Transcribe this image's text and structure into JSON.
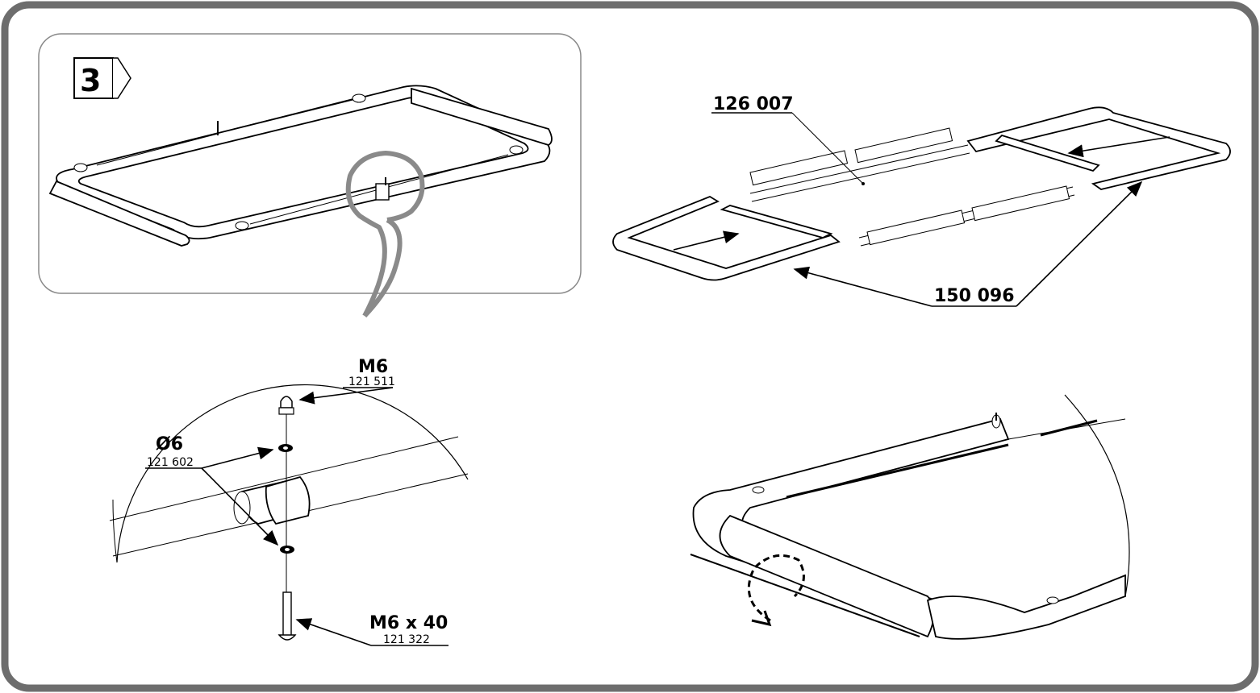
{
  "step": {
    "number": "3"
  },
  "callouts": {
    "frame_part": "126 007",
    "foam_part": "150 096",
    "nut_size": "M6",
    "nut_part": "121 511",
    "washer_size": "Ø6",
    "washer_part": "121 602",
    "bolt_size": "M6 x 40",
    "bolt_part": "121 322"
  },
  "colors": {
    "frame_border": "#6d6d6d",
    "panel_border": "#8a8a8a",
    "bubble": "#8a8a8a",
    "line": "#000000"
  },
  "icons": [
    "step-arrow-icon",
    "rotate-arrow-icon",
    "arrow-icon"
  ]
}
